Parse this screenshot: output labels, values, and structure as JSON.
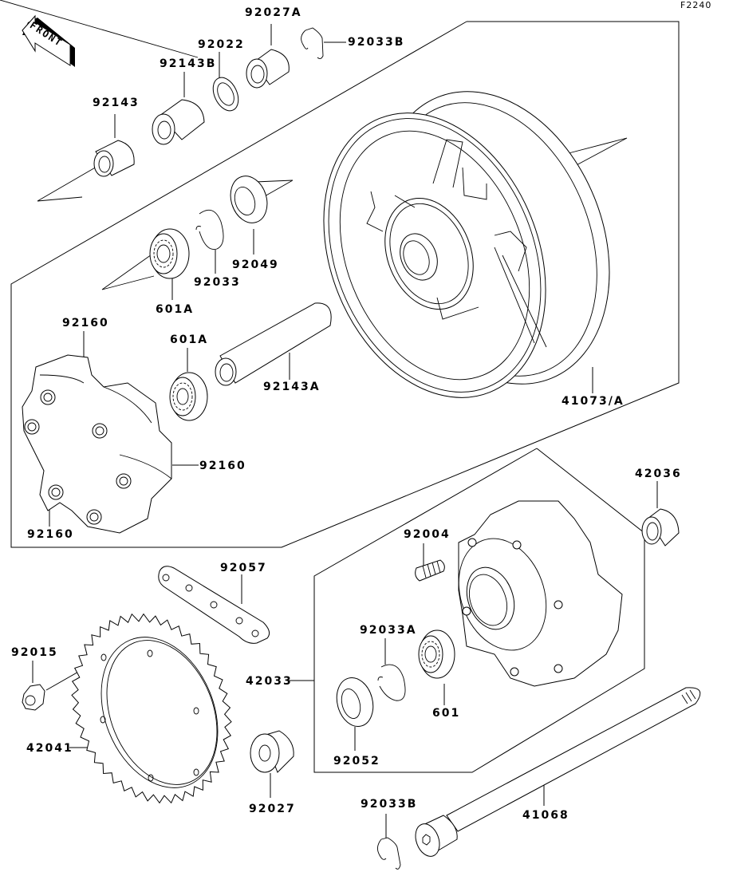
{
  "diagram": {
    "figure_code": "F2240",
    "front_indicator": "FRONT",
    "parts": {
      "p92027A": "92027A",
      "p92033B_top": "92033B",
      "p92022": "92022",
      "p92143B": "92143B",
      "p92143": "92143",
      "p92049": "92049",
      "p92033": "92033",
      "p601A_top": "601A",
      "p92160_top": "92160",
      "p601A_mid": "601A",
      "p92143A": "92143A",
      "p41073A": "41073/A",
      "p92160_right": "92160",
      "p92160_bottom": "92160",
      "p42036": "42036",
      "p92004": "92004",
      "p92057": "92057",
      "p92033A": "92033A",
      "p92015": "92015",
      "p42033": "42033",
      "p601": "601",
      "p92052": "92052",
      "p42041": "42041",
      "p92027": "92027",
      "p92033B_bottom": "92033B",
      "p41068": "41068"
    }
  }
}
